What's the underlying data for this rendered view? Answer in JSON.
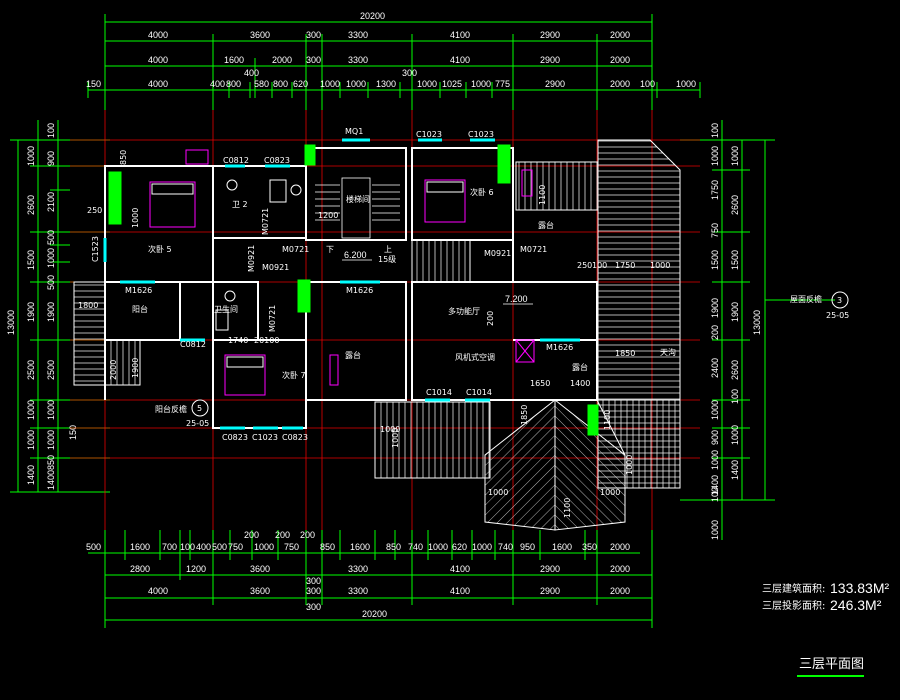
{
  "colors": {
    "background": "#000000",
    "dimension_line": "#00ff00",
    "axis_line": "#ff0000",
    "wall": "#ffffff",
    "window": "#00ffff",
    "furniture": "#ff00ff",
    "hatch": "#ffffff",
    "dim_text": "#ffffff"
  },
  "dims_top": {
    "overall": "20200",
    "row1": [
      "4000",
      "3600",
      "300",
      "3300",
      "4100",
      "2900",
      "2000"
    ],
    "row2": [
      "4000",
      "1600",
      "2000",
      "300",
      "3300",
      "4100",
      "2900",
      "2000"
    ],
    "row2_extra": [
      "400",
      "300"
    ],
    "row3": [
      "150",
      "4000",
      "400",
      "800",
      "580",
      "800",
      "620",
      "1000",
      "1000",
      "1300",
      "1000",
      "1025",
      "1000",
      "775",
      "2900",
      "2000",
      "100",
      "1000"
    ]
  },
  "dims_bottom": {
    "row1": [
      "500",
      "1600",
      "700",
      "100",
      "400",
      "500",
      "750",
      "1000",
      "750",
      "850",
      "1600",
      "850",
      "740",
      "1000",
      "620",
      "1000",
      "740",
      "950",
      "1600",
      "350",
      "2000"
    ],
    "row1_extra": [
      "200",
      "200",
      "200"
    ],
    "row2": [
      "2800",
      "1200",
      "3600",
      "3300",
      "4100",
      "2900",
      "2000"
    ],
    "row3": [
      "4000",
      "3600",
      "300",
      "3300",
      "4100",
      "2900",
      "2000"
    ],
    "row2_extra": [
      "300"
    ],
    "overall": "20200",
    "overall_extra": [
      "300"
    ]
  },
  "dims_left": {
    "overall": "13000",
    "outer": [
      "1000",
      "2600",
      "1500",
      "1900",
      "2500",
      "1000",
      "1000",
      "1400"
    ],
    "inner": [
      "100",
      "900",
      "2100",
      "500",
      "1000",
      "500",
      "1900",
      "2500",
      "1000",
      "1000",
      "850",
      "1400"
    ],
    "extra": [
      "150"
    ]
  },
  "dims_right": {
    "overall": "13000",
    "outer": [
      "1000",
      "2600",
      "1500",
      "1900",
      "2600",
      "100",
      "1000",
      "1400",
      "1000"
    ],
    "inner": [
      "100",
      "1000",
      "1750",
      "750",
      "1500",
      "1900",
      "200",
      "2400",
      "1000",
      "900",
      "1000",
      "1400",
      "100"
    ]
  },
  "rooms": {
    "bedroom5": "次卧 5",
    "bedroom6": "次卧 6",
    "bedroom7": "次卧 7",
    "bath2": "卫 2",
    "bath_main": "卫生间",
    "stair": "楼梯间",
    "multi_hall": "多功能厅",
    "balcony_l": "阳台",
    "balcony_m": "露台",
    "balcony_r": "露台",
    "terrace_top": "露台",
    "ac_unit": "风机式空调",
    "gutter": "天沟"
  },
  "door_window_labels": {
    "mq1": "MQ1",
    "c1023a": "C1023",
    "c1023b": "C1023",
    "c0812": "C0812",
    "c0823a": "C0823",
    "m0721a": "M0721",
    "m0721b": "M0721",
    "m0721c": "M0721",
    "m0721d": "M0721",
    "m0921a": "M0921",
    "m0921b": "M0921",
    "m0921c": "M0921",
    "c1523": "C1523",
    "m1626a": "M1626",
    "m1626b": "M1626",
    "m1626c": "M1626",
    "c0812b": "C0812",
    "c1014a": "C1014",
    "c1014b": "C1014",
    "c0823b": "C0823",
    "c1023c": "C1023",
    "c0823c": "C0823"
  },
  "misc_dims": {
    "d1200": "1200",
    "d250": "250",
    "d1800": "1800",
    "d1740": "1740",
    "d20100": "20100",
    "d1900": "1900",
    "d200": "200",
    "d1850": "1850",
    "d1650": "1650",
    "d1400": "1400",
    "d250b": "250",
    "d100": "100",
    "d1750": "1750",
    "d1000": "1000",
    "d1100": "1100",
    "d1000b": "1000",
    "d1000c": "1000",
    "d1000d": "1000",
    "d1000e": "1000",
    "d1100b": "1100",
    "d1000f": "1000",
    "d1850b": "1850",
    "d1100c": "1100",
    "d1000g": "1000",
    "d850": "850",
    "d2000": "2000"
  },
  "elevations": {
    "e1": "6.200",
    "e2": "7.200"
  },
  "stair_notes": {
    "up": "上",
    "down": "下",
    "steps": "15级"
  },
  "callouts": {
    "section3_text": "屋面反檐",
    "section3_num": "3",
    "section3_ref": "25-05",
    "section5_text": "阳台反檐",
    "section5_num": "5",
    "section5_ref": "25-05"
  },
  "areas": {
    "built_label": "三层建筑面积:",
    "built_value": "133.83M²",
    "proj_label": "三层投影面积:",
    "proj_value": "246.3M²"
  },
  "title": "三层平面图"
}
